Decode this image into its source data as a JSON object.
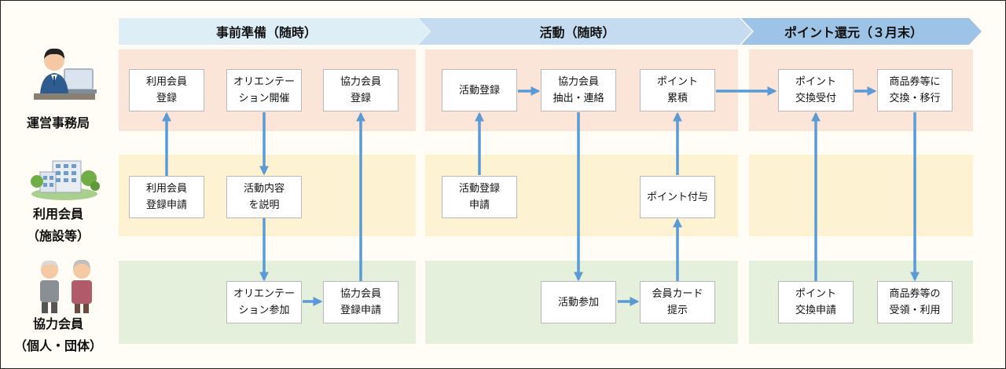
{
  "phases": [
    {
      "label": "事前準備（随時）"
    },
    {
      "label": "活動（随時）"
    },
    {
      "label": "ポイント還元（３月末）"
    }
  ],
  "roles": {
    "office": {
      "lines": [
        "運営事務局"
      ]
    },
    "user": {
      "lines": [
        "利用会員",
        "（施設等）"
      ]
    },
    "cooperator": {
      "lines": [
        "協力会員",
        "（個人・団体）"
      ]
    }
  },
  "boxes": {
    "user_reg": {
      "lines": [
        "利用会員",
        "登録"
      ]
    },
    "orientation": {
      "lines": [
        "オリエンテー",
        "ション開催"
      ]
    },
    "coop_reg": {
      "lines": [
        "協力会員",
        "登録"
      ]
    },
    "user_apply": {
      "lines": [
        "利用会員",
        "登録申請"
      ]
    },
    "explain": {
      "lines": [
        "活動内容",
        "を説明"
      ]
    },
    "orient_join": {
      "lines": [
        "オリエンテー",
        "ション参加"
      ]
    },
    "coop_apply": {
      "lines": [
        "協力会員",
        "登録申請"
      ]
    },
    "activity_reg": {
      "lines": [
        "活動登録"
      ]
    },
    "extract": {
      "lines": [
        "協力会員",
        "抽出・連絡"
      ]
    },
    "accumulate": {
      "lines": [
        "ポイント",
        "累積"
      ]
    },
    "activity_apply": {
      "lines": [
        "活動登録",
        "申請"
      ]
    },
    "grant": {
      "lines": [
        "ポイント付与"
      ]
    },
    "participate": {
      "lines": [
        "活動参加"
      ]
    },
    "card": {
      "lines": [
        "会員カード",
        "提示"
      ]
    },
    "exchange_accept": {
      "lines": [
        "ポイント",
        "交換受付"
      ]
    },
    "exchange_move": {
      "lines": [
        "商品券等に",
        "交換・移行"
      ]
    },
    "exchange_apply": {
      "lines": [
        "ポイント",
        "交換申請"
      ]
    },
    "receive": {
      "lines": [
        "商品券等の",
        "受領・利用"
      ]
    }
  },
  "colors": {
    "arrow": "#5b9bd5",
    "phase_fill_1": "#ddeef7",
    "phase_fill_2": "#c5dcf0",
    "phase_fill_3": "#9dc3e6"
  }
}
